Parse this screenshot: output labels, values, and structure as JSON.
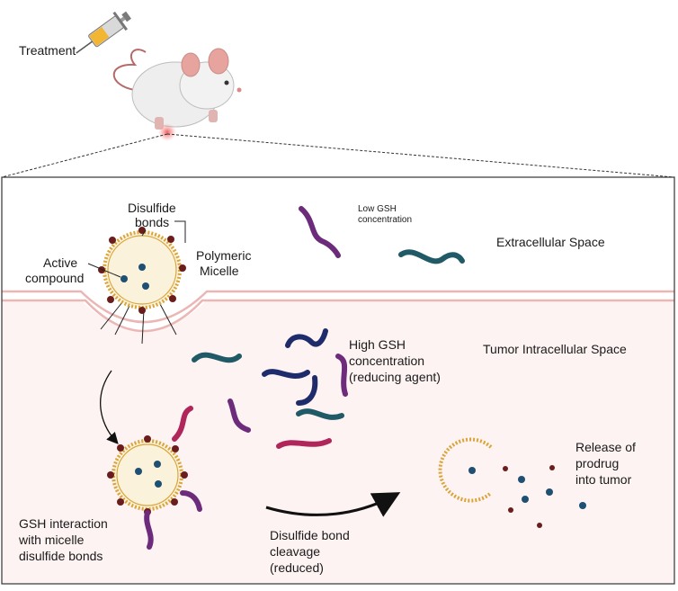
{
  "labels": {
    "treatment": "Treatment",
    "disulfide_bonds_line1": "Disulfide",
    "disulfide_bonds_line2": "bonds",
    "polymeric_micelle_line1": "Polymeric",
    "polymeric_micelle_line2": "Micelle",
    "active_compound_line1": "Active",
    "active_compound_line2": "compound",
    "low_gsh_line1": "Low GSH",
    "low_gsh_line2": "concentration",
    "extracellular_space": "Extracellular Space",
    "high_gsh_line1": "High GSH",
    "high_gsh_line2": "concentration",
    "high_gsh_line3": "(reducing agent)",
    "tumor_intracellular_space": "Tumor Intracellular Space",
    "gsh_interaction_line1": "GSH interaction",
    "gsh_interaction_line2": "with micelle",
    "gsh_interaction_line3": "disulfide bonds",
    "cleavage_line1": "Disulfide bond",
    "cleavage_line2": "cleavage",
    "cleavage_line3": "(reduced)",
    "release_line1": "Release of",
    "release_line2": "prodrug",
    "release_line3": "into tumor"
  },
  "colors": {
    "panel_border": "#333333",
    "extracellular_bg": "#ffffff",
    "intracellular_bg": "#fdf3f2",
    "membrane": "#eab7b5",
    "micelle_shell": "#d9a53a",
    "micelle_core": "#fbf2dc",
    "disulfide_dot": "#6b1d1d",
    "drug_dot": "#1f4f73",
    "gsh_purple": "#6d2b7b",
    "gsh_navy": "#1e2c6b",
    "gsh_teal": "#1f5a66",
    "gsh_magenta": "#b0255a",
    "mouse_body": "#eeeeee",
    "mouse_ear": "#e7a39e"
  }
}
